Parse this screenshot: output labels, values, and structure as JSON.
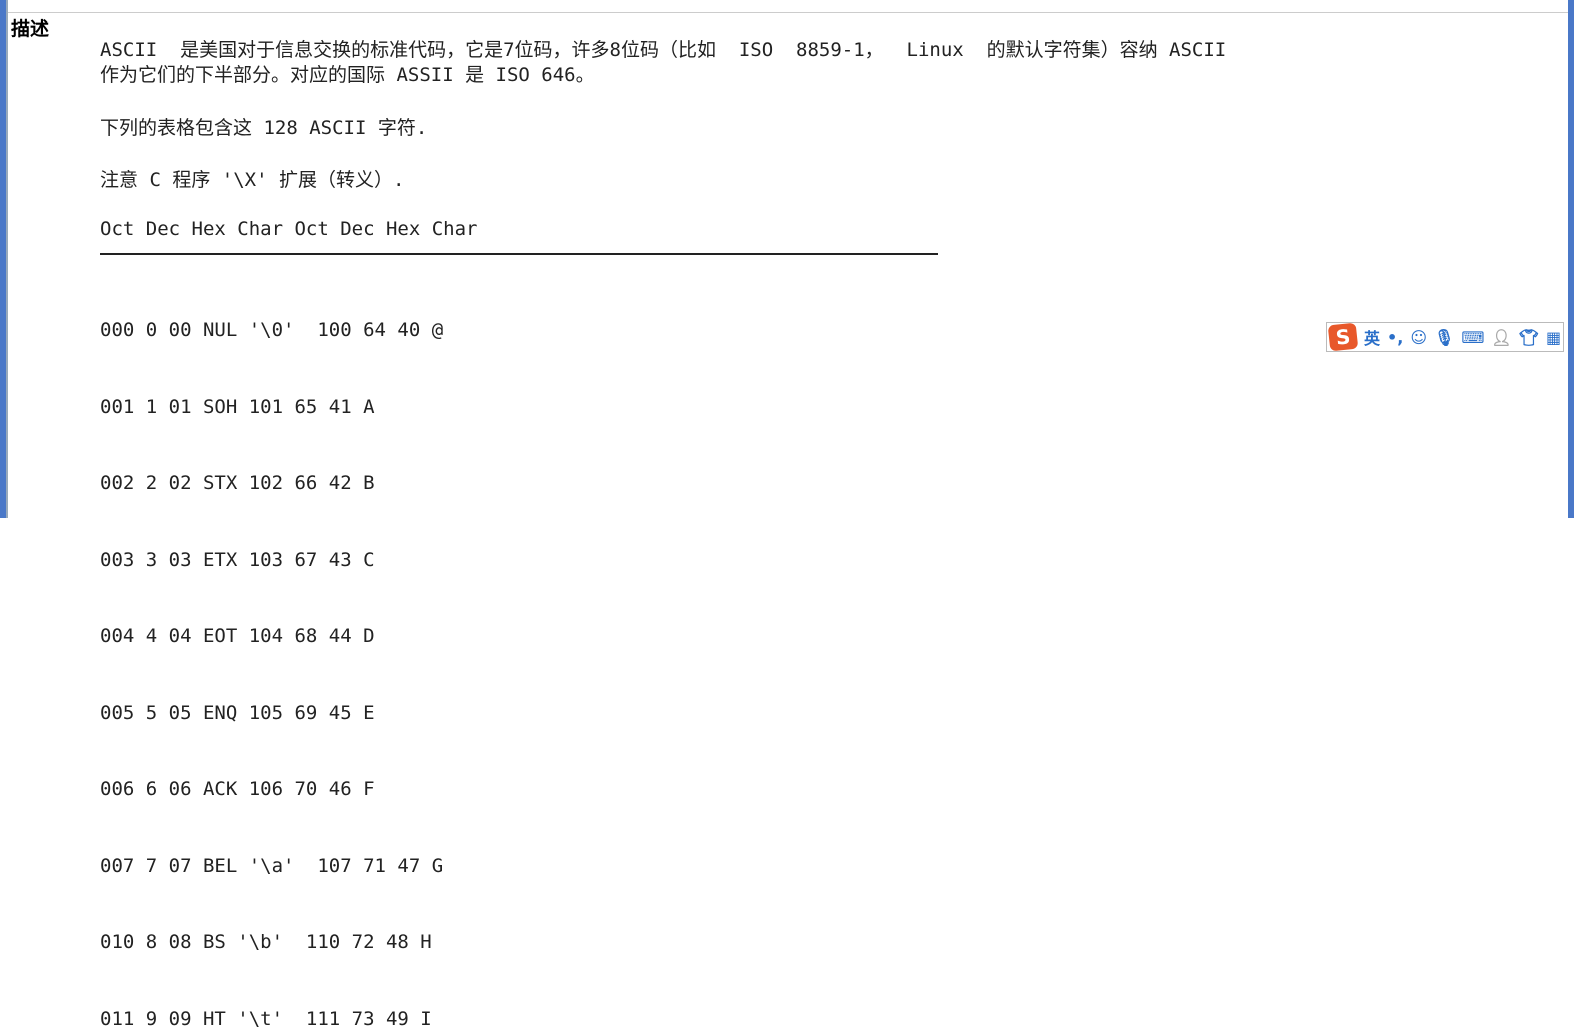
{
  "section_heading": "描述",
  "paragraphs": [
    "ASCII  是美国对于信息交换的标准代码，它是7位码，许多8位码（比如  ISO  8859-1，  Linux  的默认字符集）容纳 ASCII",
    "作为它们的下半部分。对应的国际 ASSII 是 ISO 646。",
    "下列的表格包含这 128 ASCII 字符.",
    "注意 C 程序 '\\X' 扩展（转义）."
  ],
  "table": {
    "header": "Oct Dec Hex Char Oct Dec Hex Char",
    "rows": [
      "000 0 00 NUL '\\0'  100 64 40 @",
      "001 1 01 SOH 101 65 41 A",
      "002 2 02 STX 102 66 42 B",
      "003 3 03 ETX 103 67 43 C",
      "004 4 04 EOT 104 68 44 D",
      "005 5 05 ENQ 105 69 45 E",
      "006 6 06 ACK 106 70 46 F",
      "007 7 07 BEL '\\a'  107 71 47 G",
      "010 8 08 BS '\\b'  110 72 48 H",
      "011 9 09 HT '\\t'  111 73 49 I"
    ]
  },
  "ime_toolbar": {
    "logo": "S",
    "mode": "英",
    "punct": "•,",
    "icons": [
      "emoji-icon",
      "microphone-icon",
      "keyboard-icon",
      "user-icon",
      "skin-shirt-icon",
      "grid-menu-icon"
    ]
  }
}
